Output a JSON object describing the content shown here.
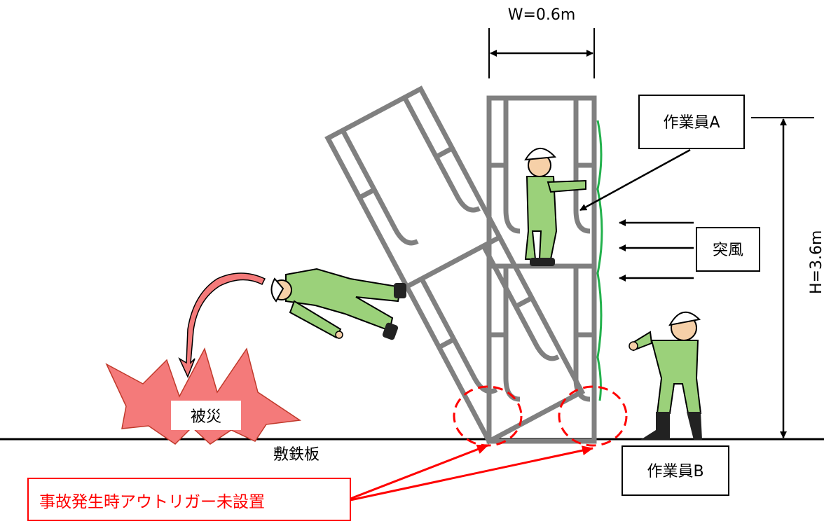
{
  "labels": {
    "width_dim": "W=0.6m",
    "height_dim": "H=3.6m",
    "worker_a": "作業員A",
    "worker_b": "作業員B",
    "gust": "突風",
    "injury": "被災",
    "ground_plate": "敷鉄板",
    "cause": "事故発生時アウトリガー未設置"
  },
  "colors": {
    "scaffold": "#808080",
    "worker_uniform": "#9bd17a",
    "helmet": "#ffffff",
    "alert_red": "#ff0000",
    "burst_fill": "#f47a7a",
    "screen_green": "#22b14c",
    "ink": "#000000"
  },
  "icons": [
    "curved-arrow-icon",
    "wind-arrow-icon",
    "burst-icon",
    "dimension-arrow-icon"
  ]
}
